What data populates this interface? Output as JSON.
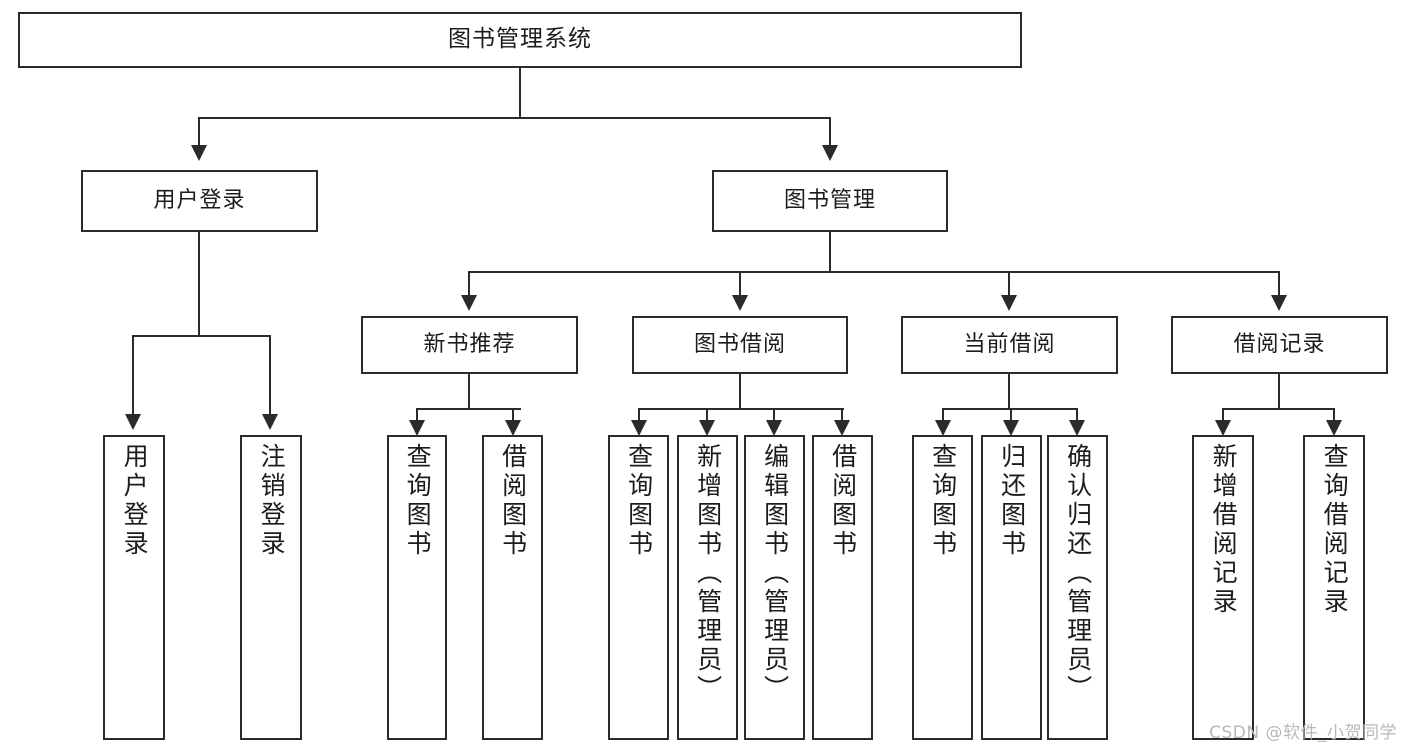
{
  "diagram": {
    "type": "tree-hierarchy",
    "title": "图书管理系统",
    "orientation": "top-down",
    "colors": {
      "stroke": "#2b2b2b",
      "fill": "#ffffff",
      "text": "#1c1c1c",
      "watermark": "#b9b9b9"
    },
    "levels": {
      "root": {
        "label": "图书管理系统"
      },
      "level2": [
        {
          "label": "用户登录"
        },
        {
          "label": "图书管理"
        }
      ],
      "level3": [
        {
          "label": "新书推荐"
        },
        {
          "label": "图书借阅"
        },
        {
          "label": "当前借阅"
        },
        {
          "label": "借阅记录"
        }
      ],
      "level4": {
        "user_login_children": [
          {
            "label": "用户登录"
          },
          {
            "label": "注销登录"
          }
        ],
        "new_book_children": [
          {
            "label": "查询图书"
          },
          {
            "label": "借阅图书"
          }
        ],
        "borrow_children": [
          {
            "label": "查询图书"
          },
          {
            "label": "新增图书（管理员）"
          },
          {
            "label": "编辑图书（管理员）"
          },
          {
            "label": "借阅图书"
          }
        ],
        "current_children": [
          {
            "label": "查询图书"
          },
          {
            "label": "归还图书"
          },
          {
            "label": "确认归还（管理员）"
          }
        ],
        "record_children": [
          {
            "label": "新增借阅记录"
          },
          {
            "label": "查询借阅记录"
          }
        ]
      }
    }
  },
  "watermark": {
    "text": "CSDN @软件_小贺同学"
  }
}
